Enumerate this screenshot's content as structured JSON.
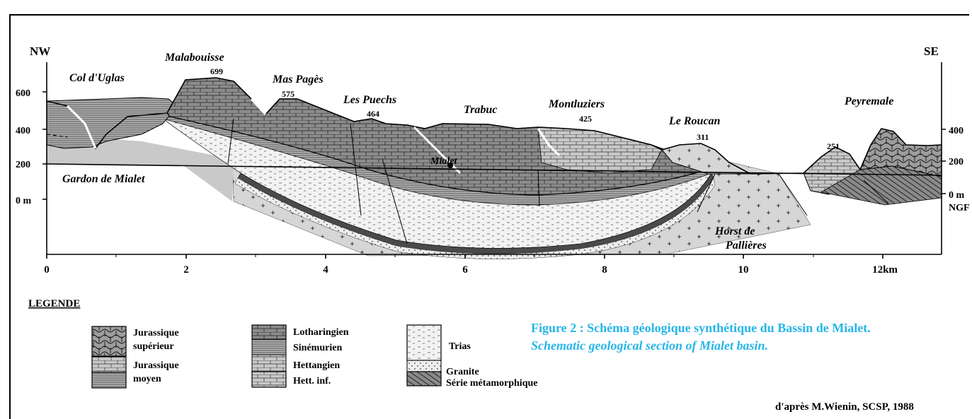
{
  "section": {
    "dir_left": "NW",
    "dir_right": "SE",
    "elev_left": [
      "600",
      "400",
      "200",
      "0 m"
    ],
    "elev_right": [
      "400",
      "200",
      "0 m",
      "NGF"
    ],
    "x_ticks": [
      "0",
      "2",
      "4",
      "6",
      "8",
      "10",
      "12km"
    ],
    "places": {
      "col_uglas": "Col d'Uglas",
      "malabouisse": "Malabouisse",
      "mas_pages": "Mas Pagès",
      "les_puechs": "Les Puechs",
      "trabuc": "Trabuc",
      "montluziers": "Montluziers",
      "le_roucan": "Le Roucan",
      "peyremale": "Peyremale",
      "mialet": "Mialet",
      "gardon": "Gardon de Mialet",
      "horst_1": "Horst de",
      "horst_2": "Pallières"
    },
    "altitudes": {
      "malabouisse": "699",
      "mas_pages": "575",
      "les_puechs": "464",
      "montluziers": "425",
      "le_roucan": "311",
      "peyremale_hill": "251"
    }
  },
  "legend": {
    "title": "LEGENDE",
    "jur_sup_1": "Jurassique",
    "jur_sup_2": "supérieur",
    "jur_moy_1": "Jurassique",
    "jur_moy_2": "moyen",
    "lotharingien": "Lotharingien",
    "sinemurien": "Sinémurien",
    "hettangien": "Hettangien",
    "hett_inf": "Hett. inf.",
    "trias": "Trias",
    "granite": "Granite",
    "metamorphique": "Série métamorphique"
  },
  "caption": {
    "line1": "Figure 2 : Schéma géologique synthétique du Bassin de Mialet.",
    "line2": "Schematic geological section of Mialet basin."
  },
  "credit": "d'après M.Wienin, SCSP, 1988",
  "colors": {
    "caption": "#26b5e8",
    "granite_fill": "#d6d6d6",
    "lias_fill": "#9a9a9a",
    "lias_light": "#c4c4c4"
  }
}
